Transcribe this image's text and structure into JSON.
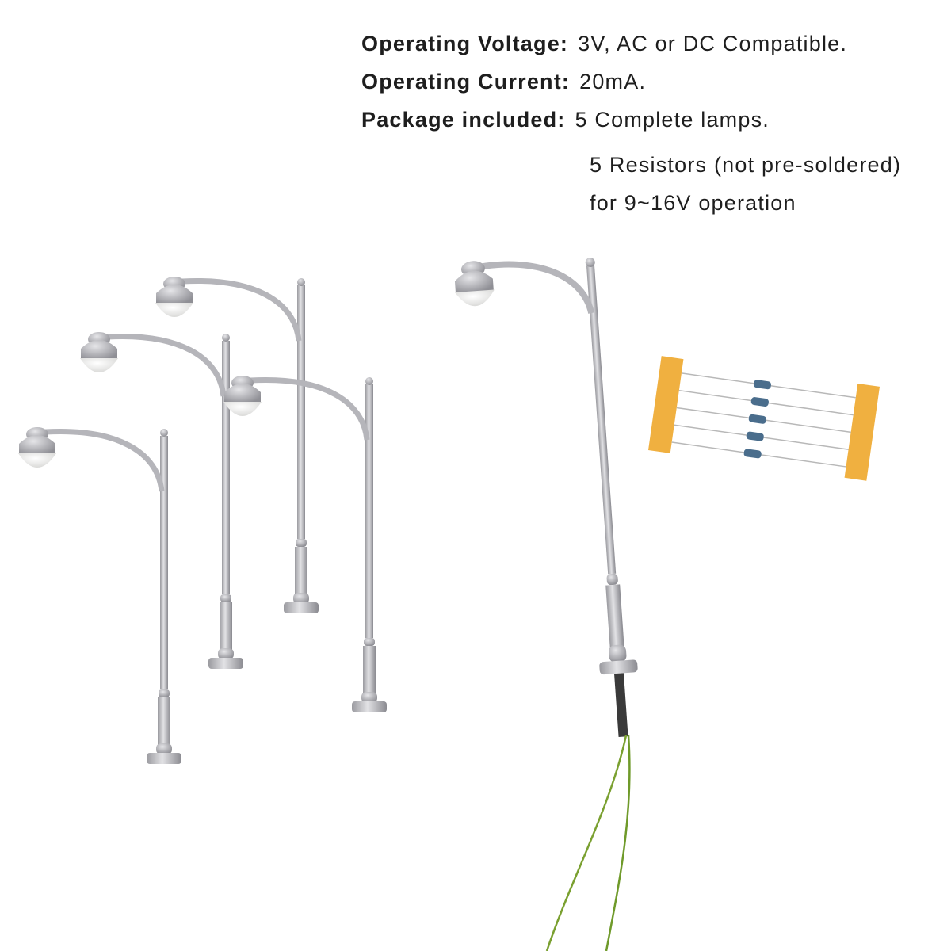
{
  "specs": {
    "voltage_label": "Operating Voltage:",
    "voltage_value": "3V, AC or DC Compatible.",
    "current_label": "Operating Current:",
    "current_value": "20mA.",
    "package_label": "Package included:",
    "package_lines": [
      "5 Complete lamps.",
      "5 Resistors (not pre-soldered)",
      "for 9~16V operation"
    ]
  },
  "colors": {
    "text": "#1e1e1e",
    "metal": "#c8c8cc",
    "metal_dark": "#8d8d92",
    "globe": "#f2f2f0",
    "tape": "#f0b040",
    "wire": "#7aa030",
    "resistor": "#4a6d8c"
  }
}
